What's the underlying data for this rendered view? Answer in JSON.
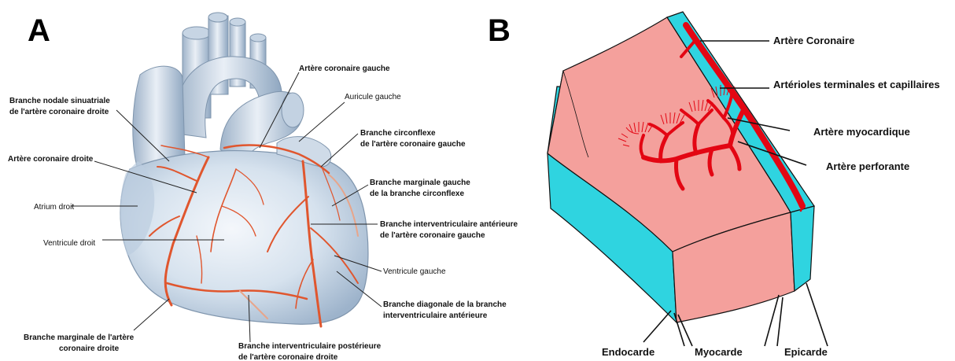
{
  "panel_a": {
    "letter": "A",
    "labels": {
      "coronaire_gauche": "Artère coronaire gauche",
      "nodale_1": "Branche nodale sinuatriale",
      "nodale_2": "de l'artère coronaire droite",
      "auricule": "Auricule gauche",
      "circonflexe_1": "Branche circonflexe",
      "circonflexe_2": "de l'artère coronaire gauche",
      "coronaire_droite": "Artère coronaire droite",
      "marginale_gauche_1": "Branche marginale gauche",
      "marginale_gauche_2": "de la branche circonflexe",
      "atrium_droit": "Atrium droit",
      "interventriculaire_ant_1": "Branche interventriculaire antérieure",
      "interventriculaire_ant_2": "de l'artère coronaire gauche",
      "ventricule_droit": "Ventricule droit",
      "ventricule_gauche": "Ventricule gauche",
      "diagonale_1": "Branche diagonale de la branche",
      "diagonale_2": "interventriculaire antérieure",
      "marginale_droite_1": "Branche marginale de l'artère",
      "marginale_droite_2": "coronaire droite",
      "interventriculaire_post_1": "Branche interventriculaire postérieure",
      "interventriculaire_post_2": "de l'artère coronaire droite"
    }
  },
  "panel_b": {
    "letter": "B",
    "labels": {
      "artere_coronaire": "Artère Coronaire",
      "arterioles": "Artérioles terminales et capillaires",
      "artere_myocardique": "Artère myocardique",
      "artere_perforante": "Artère perforante",
      "endocarde": "Endocarde",
      "myocarde": "Myocarde",
      "epicarde": "Epicarde"
    }
  },
  "colors": {
    "heart_fill": "#c9d9ea",
    "heart_shade": "#9fb6cf",
    "coronary_artery": "#e0562e",
    "myocardium": "#f4a09c",
    "endo_epicardium": "#2fd4e0",
    "microvessel_red": "#e30613"
  }
}
